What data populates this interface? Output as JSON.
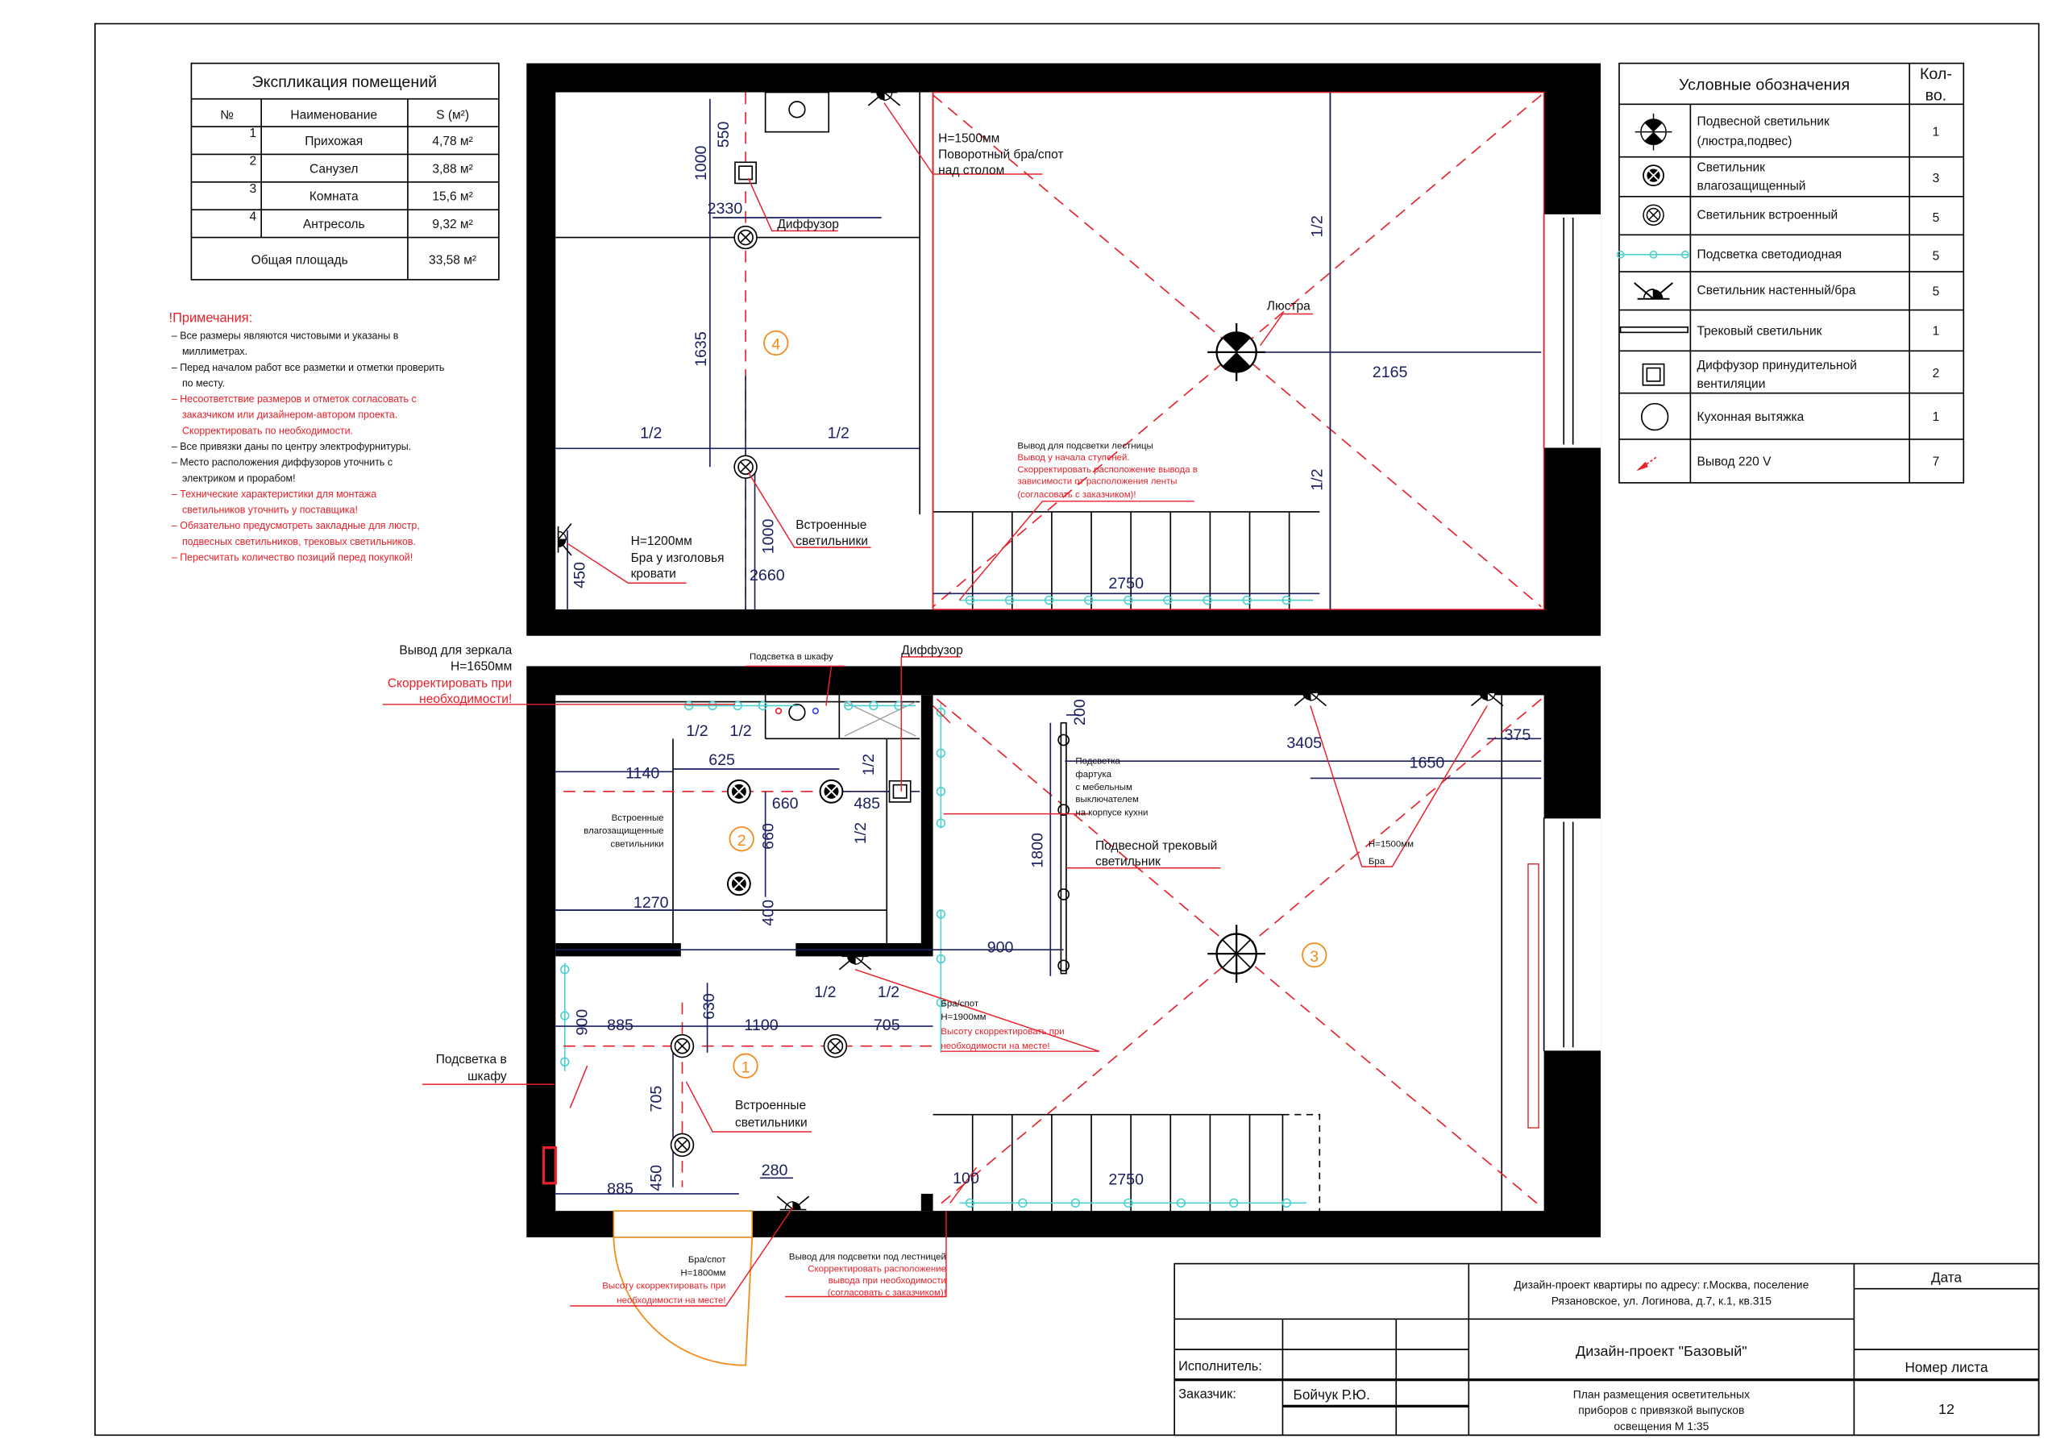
{
  "explication": {
    "title": "Экспликация помещений",
    "headers": {
      "num": "№",
      "name": "Наименование",
      "area": "S (м²)"
    },
    "rows": [
      {
        "num": "1",
        "name": "Прихожая",
        "area": "4,78 м²"
      },
      {
        "num": "2",
        "name": "Санузел",
        "area": "3,88 м²"
      },
      {
        "num": "3",
        "name": "Комната",
        "area": "15,6 м²"
      },
      {
        "num": "4",
        "name": "Антресоль",
        "area": "9,32 м²"
      }
    ],
    "total_label": "Общая площадь",
    "total_value": "33,58 м²"
  },
  "notes": {
    "title": "!Примечания:",
    "lines": [
      "– Все размеры являются чистовыми и указаны в",
      "миллиметрах.",
      "– Перед началом работ все разметки и отметки проверить",
      "по месту.",
      "– Несоответствие размеров и отметок согласовать с",
      "заказчиком или дизайнером-автором проекта.",
      "Скорректировать по необходимости.",
      "– Все привязки даны по центру электрофурнитуры.",
      "– Место расположения диффузоров уточнить с",
      "электриком и прорабом!",
      "– Технические характеристики для монтажа",
      "светильников уточнить у поставщика!",
      "– Обязательно предусмотреть закладные для люстр,",
      "подвесных светильников, трековых светильников.",
      "– Пересчитать количество позиций перед покупкой!"
    ]
  },
  "legend": {
    "title": "Условные обозначения",
    "qty_header": [
      "Кол-",
      "во."
    ],
    "items": [
      {
        "icon": "pendant-light-icon",
        "label": [
          "Подвесной светильник",
          "(люстра,подвес)"
        ],
        "qty": "1"
      },
      {
        "icon": "waterproof-light-icon",
        "label": [
          "Светильник",
          "влагозащищенный"
        ],
        "qty": "3"
      },
      {
        "icon": "recessed-light-icon",
        "label": [
          "Светильник встроенный"
        ],
        "qty": "5"
      },
      {
        "icon": "led-strip-icon",
        "label": [
          "Подсветка светодиодная"
        ],
        "qty": "5"
      },
      {
        "icon": "wall-light-icon",
        "label": [
          "Светильник настенный/бра"
        ],
        "qty": "5"
      },
      {
        "icon": "track-light-icon",
        "label": [
          "Трековый светильник"
        ],
        "qty": "1"
      },
      {
        "icon": "diffuser-icon",
        "label": [
          "Диффузор принудительной",
          "вентиляции"
        ],
        "qty": "2"
      },
      {
        "icon": "kitchen-hood-icon",
        "label": [
          "Кухонная вытяжка"
        ],
        "qty": "1"
      },
      {
        "icon": "outlet-220v-icon",
        "label": [
          "Вывод 220 V"
        ],
        "qty": "7"
      }
    ]
  },
  "plan_upper": {
    "room_number": "4",
    "dims": [
      "550",
      "1000",
      "2330",
      "1635",
      "1/2",
      "1/2",
      "450",
      "1000",
      "2660",
      "2750",
      "2165",
      "1/2",
      "1/2"
    ],
    "notes": {
      "swivel": [
        "H=1500мм",
        "Поворотный бра/спот",
        "над столом"
      ],
      "diffuser": "Диффузор",
      "chandelier": "Люстра",
      "stair_title": "Вывод для подсветки лестницы",
      "stair_red": [
        "Вывод у начала ступеней.",
        "Скорректировать расположение вывода в",
        "зависимости от расположения ленты",
        "(согласовать с заказчиком)!"
      ],
      "recessed": [
        "Встроенные",
        "светильники"
      ],
      "bed": [
        "H=1200мм",
        "Бра у изголовья",
        "кровати"
      ]
    }
  },
  "plan_lower": {
    "room_numbers": [
      "1",
      "2",
      "3"
    ],
    "dims": [
      "1/2",
      "1/2",
      "625",
      "1140",
      "660",
      "485",
      "1/2",
      "1/2",
      "660",
      "1270",
      "400",
      "200",
      "3405",
      "375",
      "1650",
      "1800",
      "900",
      "1/2",
      "1/2",
      "900",
      "885",
      "630",
      "1100",
      "705",
      "705",
      "450",
      "885",
      "280",
      "2750",
      "100"
    ],
    "notes": {
      "mirror": [
        "Вывод для зеркала",
        "H=1650мм"
      ],
      "mirror_red": [
        "Скорректировать при",
        "необходимости!"
      ],
      "wardrobe_top": "Подсветка в шкафу",
      "diffuser": "Диффузор",
      "bath_lights": [
        "Встроенные",
        "влагозащищенные",
        "светильники"
      ],
      "apron": [
        "Подсветка",
        "фартука",
        "с мебельным",
        "выключателем",
        "на корпусе кухни"
      ],
      "track": [
        "Подвесной трековый",
        "светильник"
      ],
      "bra1500": [
        "H=1500мм",
        "Бра"
      ],
      "bra1900": [
        "Бра/спот",
        "H=1900мм"
      ],
      "bra1900_red": [
        "Высоту скорректировать при",
        "необходимости на месте!"
      ],
      "wardrobe_left": [
        "Подсветка в",
        "шкафу"
      ],
      "hall_lights": [
        "Встроенные",
        "светильники"
      ],
      "bra1800": [
        "Бра/спот",
        "H=1800мм"
      ],
      "bra1800_red": [
        "Высоту скорректировать при",
        "необходимости на месте!"
      ],
      "under_stair": "Вывод для подсветки под лестницей",
      "under_stair_red": [
        "Скорректировать расположение",
        "вывода при необходимости",
        "(согласовать с заказчиком)!"
      ]
    }
  },
  "title_block": {
    "address": [
      "Дизайн-проект  квартиры по адресу: г.Москва, поселение",
      "Рязановское, ул. Логинова, д.7, к.1, кв.315"
    ],
    "project": "Дизайн-проект \"Базовый\"",
    "executor_label": "Исполнитель:",
    "customer_label": "Заказчик:",
    "customer_name": "Бойчук Р.Ю.",
    "sheet_desc": [
      "План размещения осветительных",
      "приборов с привязкой выпусков",
      "освещения М 1:35"
    ],
    "date_label": "Дата",
    "sheet_no_label": "Номер листа",
    "sheet_no": "12"
  },
  "colors": {
    "red": "#e8202a",
    "navy": "#1a1f5e",
    "cyan": "#4fd0d0",
    "orange": "#f28c1c"
  }
}
